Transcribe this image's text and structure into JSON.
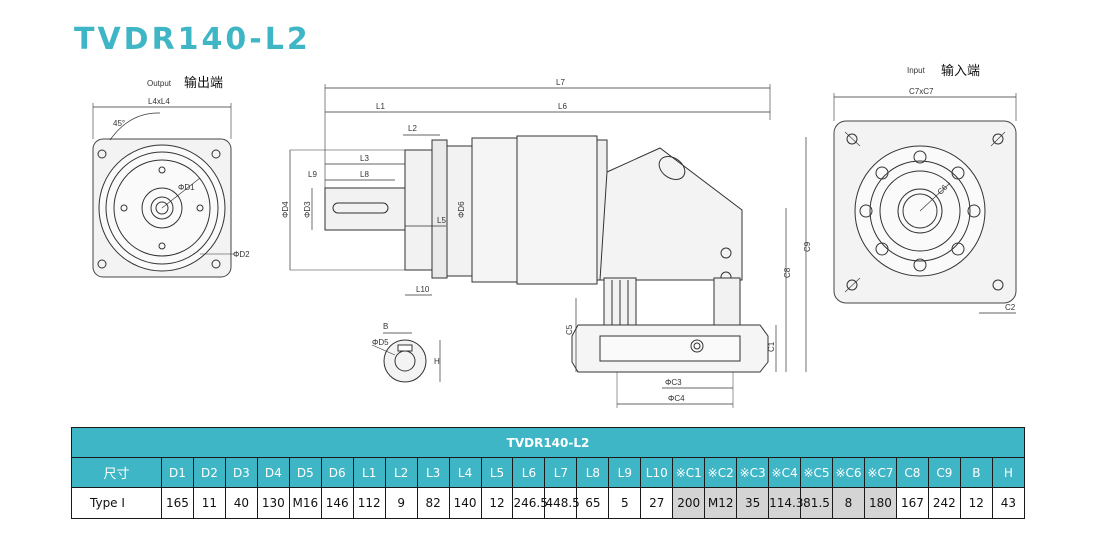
{
  "page_title": "TVDR140-L2",
  "views": {
    "output_en": "Output",
    "output_cn": "输出端",
    "input_en": "Input",
    "input_cn": "输入端"
  },
  "dims": {
    "l4xl4": "L4xL4",
    "angle45": "45°",
    "d1": "ΦD1",
    "d2": "ΦD2",
    "l7": "L7",
    "l1": "L1",
    "l6": "L6",
    "l2": "L2",
    "l3": "L3",
    "l9": "L9",
    "l8": "L8",
    "d4": "ΦD4",
    "d3": "ΦD3",
    "d6": "ΦD6",
    "l5": "L5",
    "l10": "L10",
    "c9": "C9",
    "c8": "C8",
    "c5": "C5",
    "c1": "C1",
    "c3": "ΦC3",
    "c4": "ΦC4",
    "b": "B",
    "d5": "ΦD5",
    "h": "H",
    "c7xc7": "C7xC7",
    "c2": "C2",
    "c6": "C6"
  },
  "table": {
    "title": "TVDR140-L2",
    "headers": [
      "尺寸",
      "D1",
      "D2",
      "D3",
      "D4",
      "D5",
      "D6",
      "L1",
      "L2",
      "L3",
      "L4",
      "L5",
      "L6",
      "L7",
      "L8",
      "L9",
      "L10",
      "※C1",
      "※C2",
      "※C3",
      "※C4",
      "※C5",
      "※C6",
      "※C7",
      "C8",
      "C9",
      "B",
      "H"
    ],
    "rows": [
      [
        "Type Ⅰ",
        "165",
        "11",
        "40",
        "130",
        "M16",
        "146",
        "112",
        "9",
        "82",
        "140",
        "12",
        "246.5",
        "448.5",
        "65",
        "5",
        "27",
        "200",
        "M12",
        "35",
        "114.3",
        "81.5",
        "8",
        "180",
        "167",
        "242",
        "12",
        "43"
      ]
    ]
  }
}
